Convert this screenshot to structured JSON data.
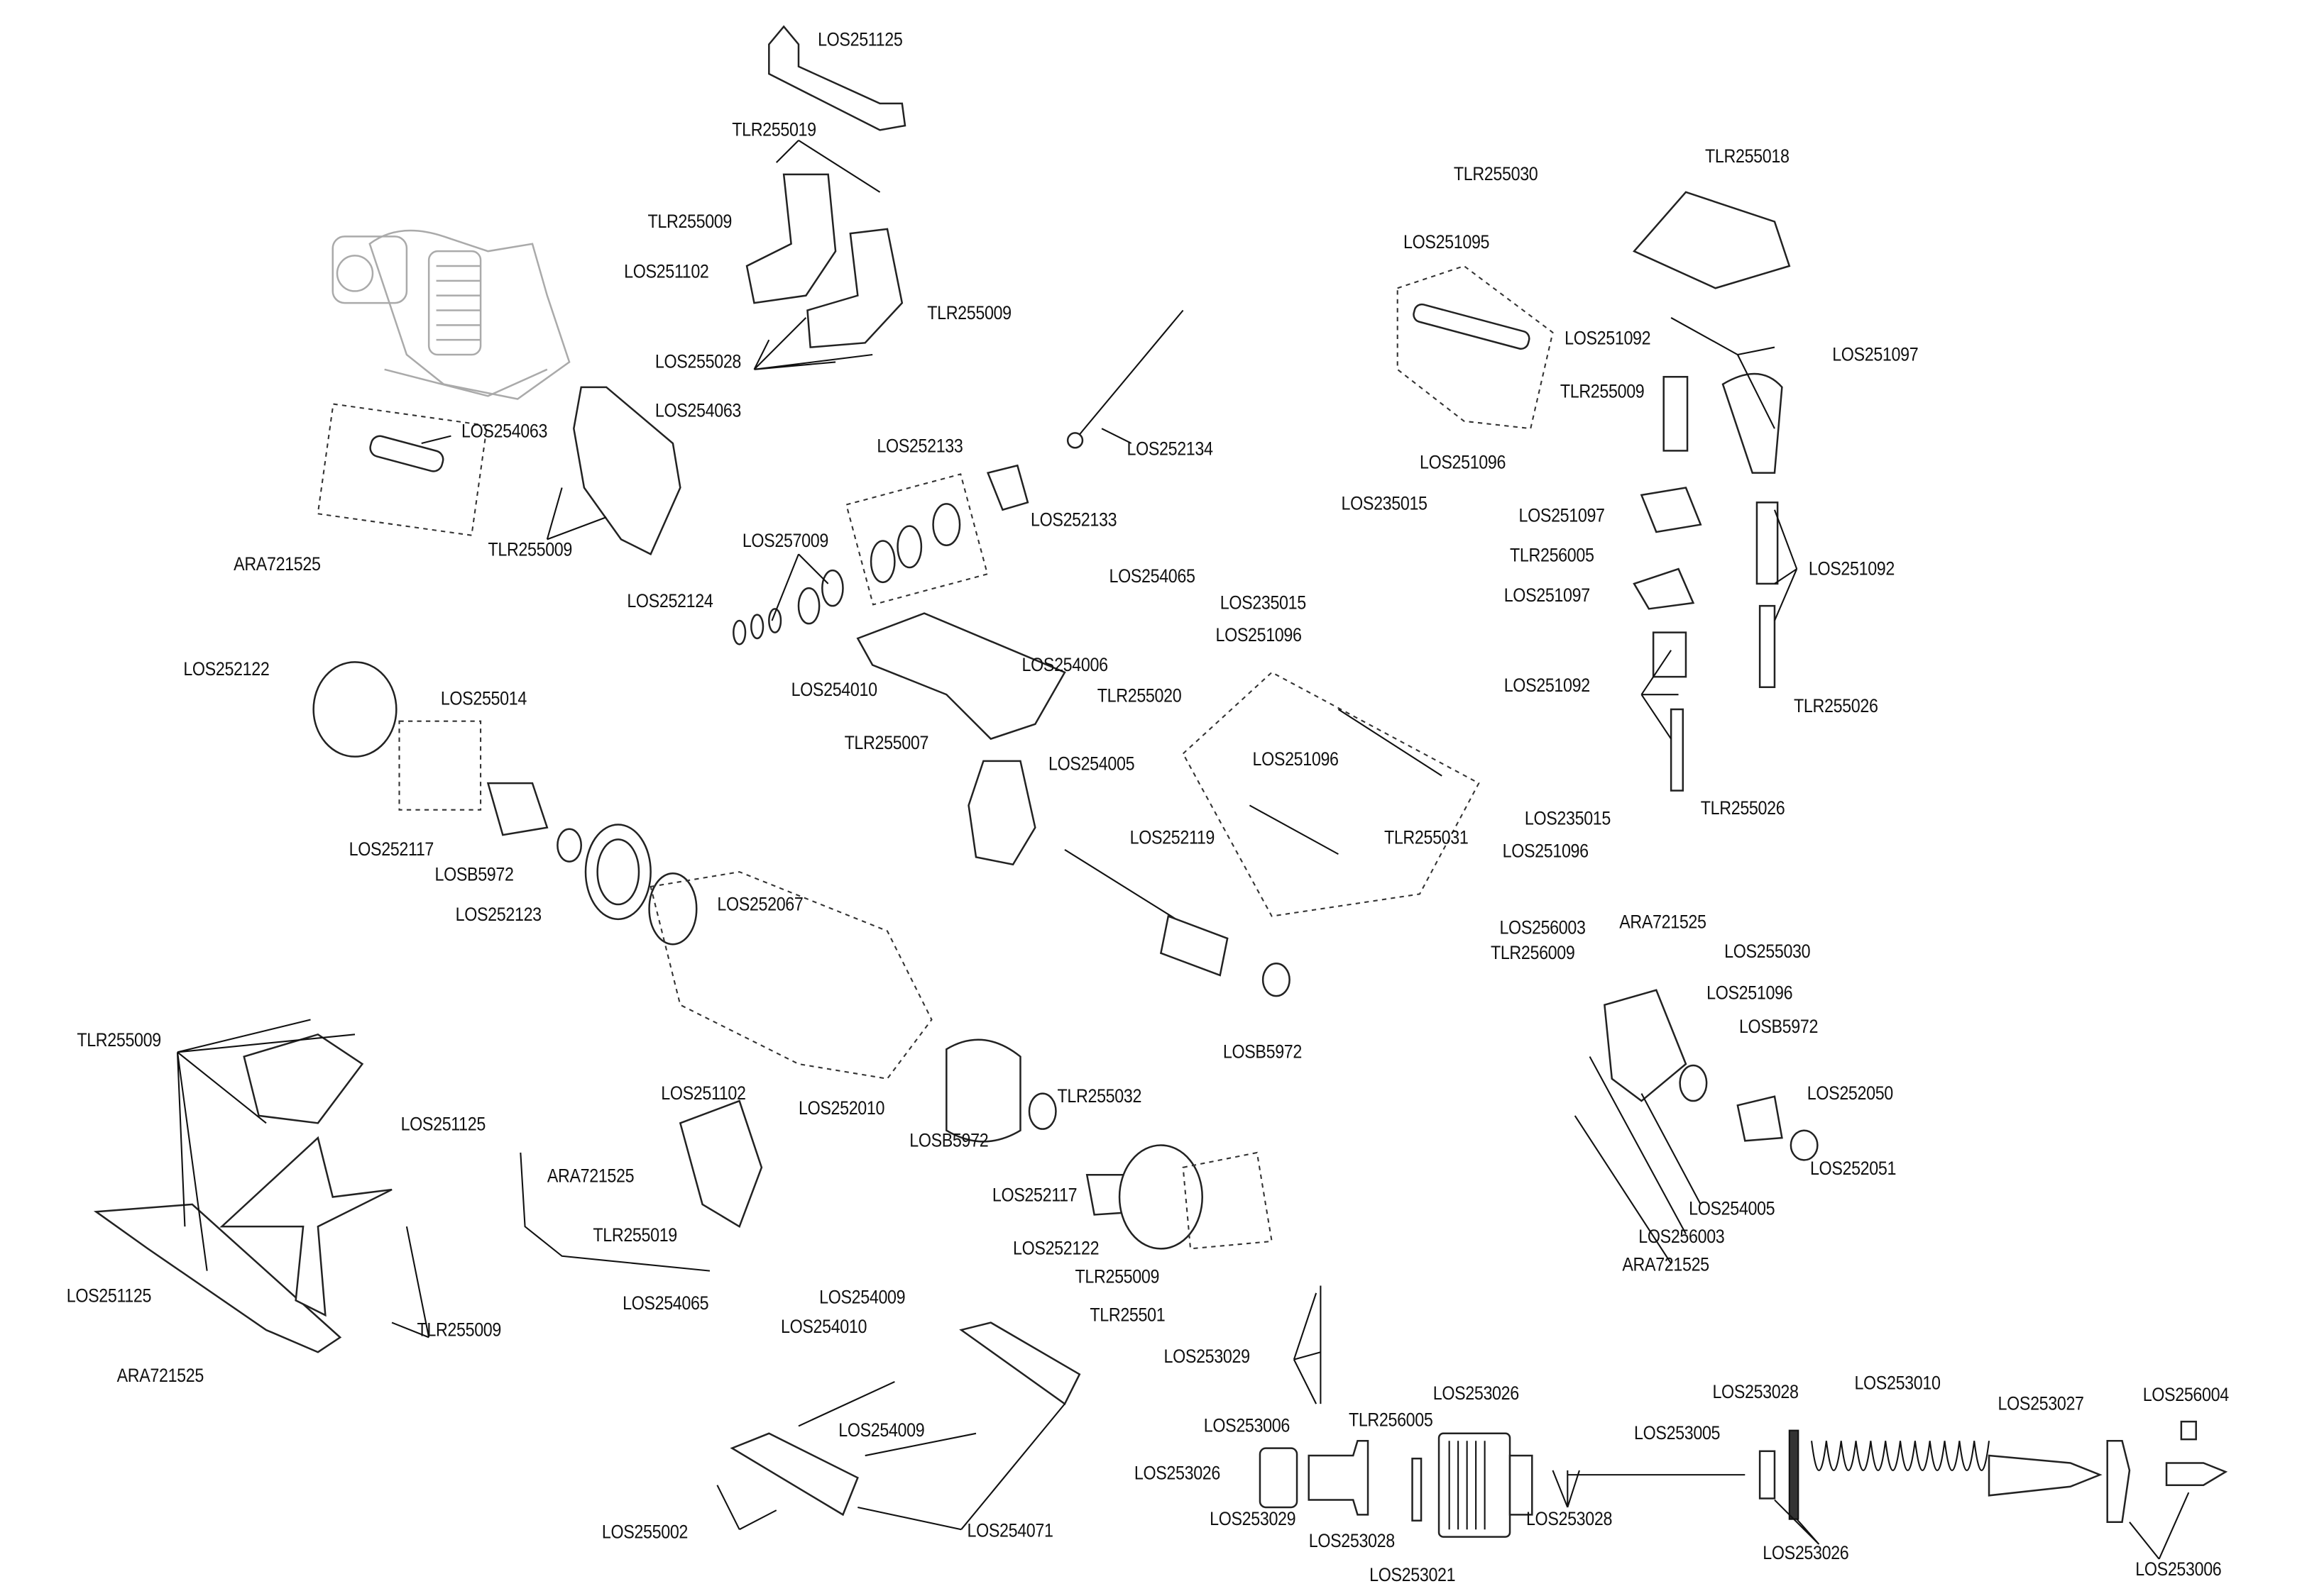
{
  "title": "Exploded parts diagram",
  "labels": [
    "LOS251125",
    "TLR255019",
    "TLR255009",
    "LOS251102",
    "TLR255009",
    "LOS255028",
    "LOS254063",
    "LOS254063",
    "TLR255009",
    "ARA721525",
    "LOS252133",
    "LOS252134",
    "LOS252133",
    "LOS257009",
    "LOS252124",
    "LOS254065",
    "LOS254006",
    "LOS254010",
    "LOS252122",
    "LOS255014",
    "TLR255007",
    "LOS254005",
    "LOS252117",
    "LOSB5972",
    "LOS252123",
    "LOS252067",
    "LOS252119",
    "LOSB5972",
    "TLR255030",
    "LOS251095",
    "TLR255018",
    "LOS251092",
    "LOS251097",
    "TLR255009",
    "LOS251096",
    "LOS235015",
    "LOS251097",
    "TLR256005",
    "LOS251092",
    "LOS251097",
    "LOS235015",
    "LOS251096",
    "LOS251092",
    "TLR255026",
    "TLR255020",
    "LOS251096",
    "TLR255026",
    "LOS235015",
    "TLR255031",
    "LOS251096",
    "LOS256003",
    "ARA721525",
    "TLR256009",
    "LOS255030",
    "LOS251096",
    "LOSB5972",
    "LOS252050",
    "LOS252051",
    "LOS254005",
    "LOS256003",
    "ARA721525",
    "TLR255009",
    "LOS251125",
    "LOS251125",
    "TLR255009",
    "ARA721525",
    "LOS251102",
    "ARA721525",
    "TLR255019",
    "LOS254065",
    "LOS252010",
    "TLR255032",
    "LOSB5972",
    "LOS252117",
    "LOS252122",
    "TLR255009",
    "LOS254009",
    "LOS254010",
    "TLR25501 ",
    "LOS253029",
    "LOS254009",
    "LOS255002",
    "LOS254071",
    "LOS253026",
    "LOS253006",
    "TLR256005",
    "LOS253026",
    "LOS253029",
    "LOS253028",
    "LOS253021",
    "LOS253005",
    "LOS253028",
    "LOS253028",
    "LOS253010",
    "LOS253027",
    "LOS256004",
    "LOS253026",
    "LOS253006"
  ]
}
